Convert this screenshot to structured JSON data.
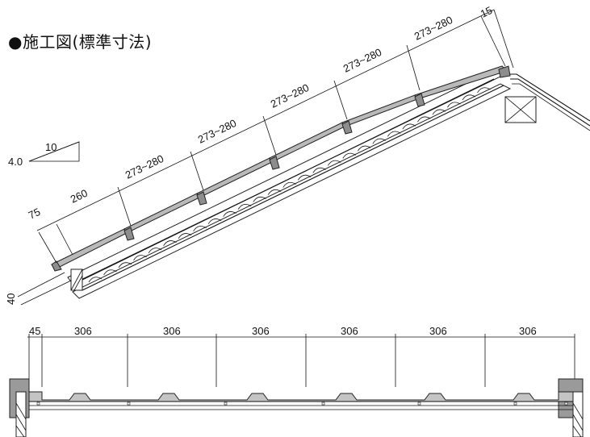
{
  "title": "●施工図(標準寸法)",
  "slope": {
    "rise": "4.0",
    "run": "10"
  },
  "section_dims": {
    "ridge": "15",
    "eave_overhang": "75",
    "eave_spacing": "260",
    "spacing": [
      "273~280",
      "273~280",
      "273~280",
      "273~280",
      "273~280"
    ],
    "eave_drop": "40"
  },
  "plan_dims": {
    "edge": "45",
    "widths": [
      "306",
      "306",
      "306",
      "306",
      "306",
      "306"
    ]
  }
}
